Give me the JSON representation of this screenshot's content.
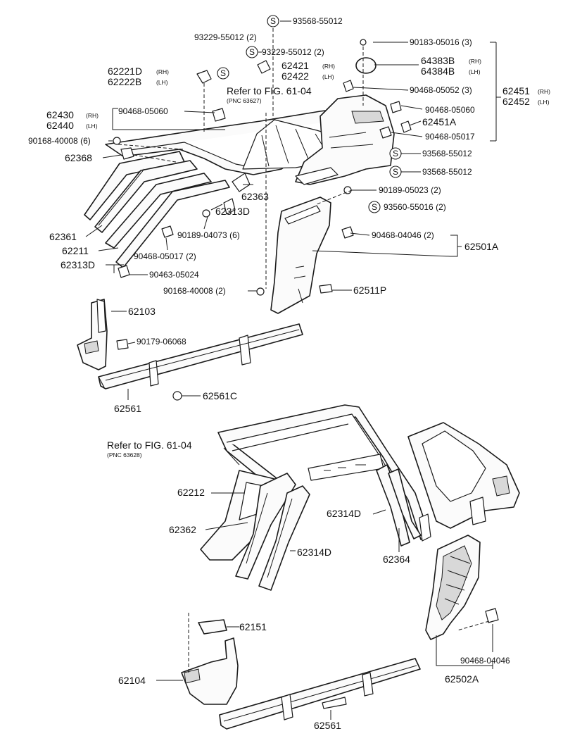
{
  "labels": {
    "p93568_55012_top": "93568-55012",
    "p93229_55012_a": "93229-55012 (2)",
    "p93229_55012_b": "93229-55012 (2)",
    "p62221D": "62221D",
    "p62222B": "62222B",
    "rh": "(RH)",
    "lh": "(LH)",
    "p62421": "62421",
    "p62422": "62422",
    "p90183_05016": "90183-05016 (3)",
    "p64383B": "64383B",
    "p64384B": "64384B",
    "p90468_05052": "90468-05052 (3)",
    "p62451": "62451",
    "p62452": "62452",
    "refer_top": "Refer to FIG. 61-04",
    "pnc_top": "(PNC 63627)",
    "p62430": "62430",
    "p62440": "62440",
    "p90468_05060_a": "90468-05060",
    "p90468_05060_b": "90468-05060",
    "p62451A": "62451A",
    "p90468_05017_a": "90468-05017",
    "p90168_40008_a": "90168-40008 (6)",
    "p62368": "62368",
    "p93568_55012_b": "93568-55012",
    "p93568_55012_c": "93568-55012",
    "p62363": "62363",
    "p90189_05023": "90189-05023 (2)",
    "p62313D_a": "62313D",
    "p93560_55016": "93560-55016 (2)",
    "p62361": "62361",
    "p90189_04073": "90189-04073 (6)",
    "p90468_04046_a": "90468-04046 (2)",
    "p62501A": "62501A",
    "p62211": "62211",
    "p90468_05017_b": "90468-05017 (2)",
    "p62313D_b": "62313D",
    "p90463_05024": "90463-05024",
    "p90168_40008_b": "90168-40008 (2)",
    "p62511P": "62511P",
    "p62103": "62103",
    "p90179_06068": "90179-06068",
    "p62561C": "62561C",
    "p62561_a": "62561",
    "refer_bottom": "Refer to FIG. 61-04",
    "pnc_bottom": "(PNC 63628)",
    "p62212": "62212",
    "p62314D_a": "62314D",
    "p62362": "62362",
    "p62314D_b": "62314D",
    "p62364": "62364",
    "p62151": "62151",
    "p90468_04046_b": "90468-04046",
    "p62104": "62104",
    "p62502A": "62502A",
    "p62561_b": "62561",
    "s": "S"
  }
}
